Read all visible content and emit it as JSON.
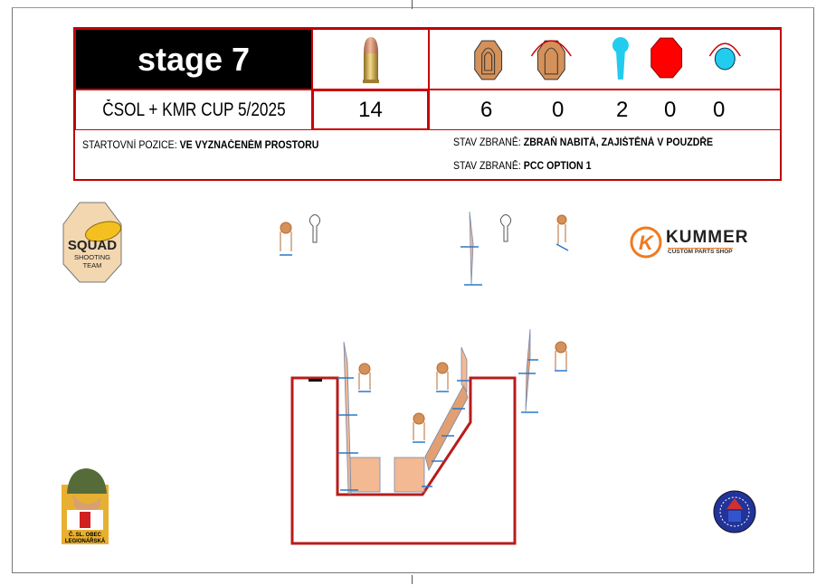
{
  "header": {
    "stage_title": "stage 7",
    "event_name": "ČSOL + KMR CUP 5/2025",
    "rounds": "14",
    "target_icons": [
      "paper-target-icon",
      "swinging-paper-target-icon",
      "popper-icon",
      "no-shoot-target-icon",
      "swinging-plate-icon"
    ],
    "target_counts": [
      "6",
      "0",
      "2",
      "0",
      "0"
    ],
    "start_position_label": "STARTOVNÍ POZICE:",
    "start_position_value": "VE VYZNAČENÉM PROSTORU",
    "weapon_state_label_1": "STAV ZBRANĚ:",
    "weapon_state_value_1": "ZBRAŇ NABITÁ, ZAJIŠTĚNÁ V POUZDŘE",
    "weapon_state_label_2": "STAV ZBRANĚ:",
    "weapon_state_value_2": "PCC OPTION 1"
  },
  "logos": {
    "squad": "SQUAD SHOOTING TEAM",
    "kummer": "KUMMER",
    "kummer_sub": "CUSTOM PARTS SHOP",
    "csol": "Č. SL. OBEC LEGIONÁŘSKÁ"
  },
  "colors": {
    "border": "#bb0000",
    "target": "#d4915a",
    "popper": "#22ccee",
    "noshoot": "#ff0000",
    "stand": "#2277cc"
  }
}
